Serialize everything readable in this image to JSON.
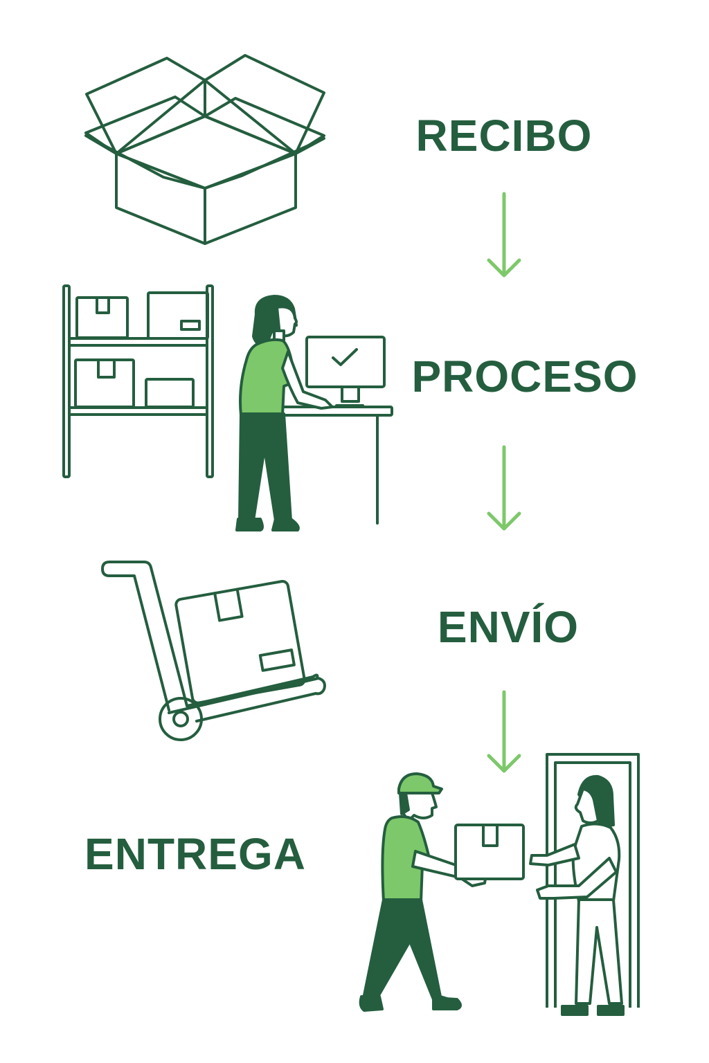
{
  "colors": {
    "dark_green": "#245e3f",
    "light_green": "#7dc86a",
    "background": "#ffffff"
  },
  "steps": [
    {
      "label": "RECIBO",
      "icon": "open-box-icon"
    },
    {
      "label": "PROCESO",
      "icon": "warehouse-worker-computer-icon"
    },
    {
      "label": "ENVÍO",
      "icon": "hand-truck-icon"
    },
    {
      "label": "ENTREGA",
      "icon": "courier-delivery-icon"
    }
  ],
  "arrows": [
    "arrow-down-icon",
    "arrow-down-icon",
    "arrow-down-icon"
  ]
}
